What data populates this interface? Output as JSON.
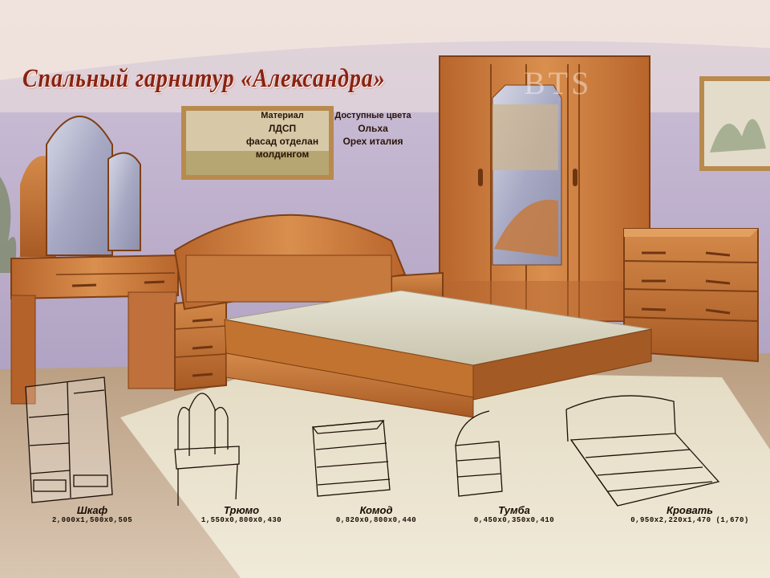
{
  "title": "Спальный гарнитур «Александра»",
  "watermark": "BTS",
  "specs": {
    "material": {
      "heading": "Материал",
      "lines": [
        "ЛДСП",
        "фасад отделан",
        "молдингом"
      ]
    },
    "colors": {
      "heading": "Доступные цвета",
      "lines": [
        "Ольха",
        "Орех италия"
      ]
    }
  },
  "items": [
    {
      "name": "Шкаф",
      "dims": "2,000x1,500x0,505"
    },
    {
      "name": "Трюмо",
      "dims": "1,550x0,800x0,430"
    },
    {
      "name": "Комод",
      "dims": "0,820x0,800x0,440"
    },
    {
      "name": "Тумба",
      "dims": "0,450x0,350x0,410"
    },
    {
      "name": "Кровать",
      "dims": "0,950x2,220x1,470 (1,670)"
    }
  ],
  "colors": {
    "wall": "#bcaecd",
    "floor": "#b59a7e",
    "wood": "#c8743a",
    "wood_dark": "#8e4a1c",
    "title": "#8a2212"
  }
}
